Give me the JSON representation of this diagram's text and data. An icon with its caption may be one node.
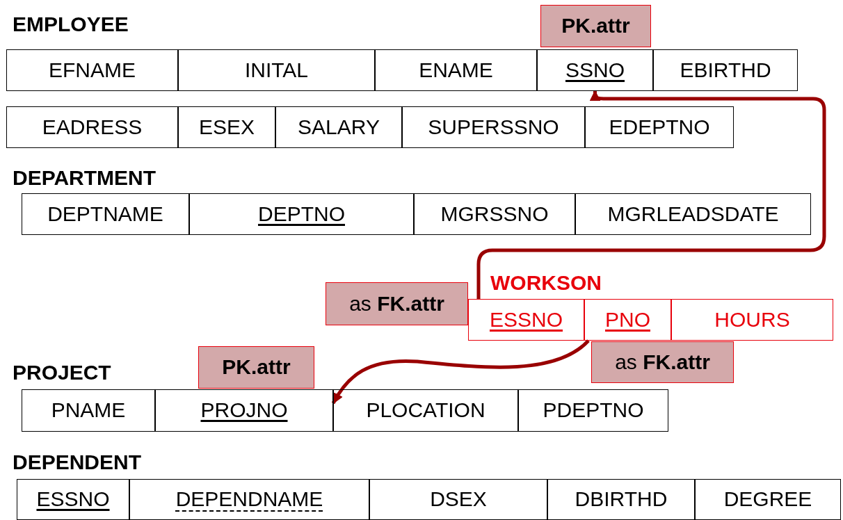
{
  "diagram": {
    "nodes": [
      {
        "text": [
          "PK.attr"
        ]
      },
      {
        "text": [
          "EFNAME"
        ]
      },
      {
        "text": [
          "INITAL"
        ]
      },
      {
        "text": [
          "ENAME"
        ]
      },
      {
        "text": [
          "SSNO"
        ]
      },
      {
        "text": [
          "EBIRTHD"
        ]
      },
      {
        "text": [
          "EADRESS"
        ]
      },
      {
        "text": [
          "ESEX"
        ]
      },
      {
        "text": [
          "SALARY"
        ]
      },
      {
        "text": [
          "SUPERSSNO"
        ]
      },
      {
        "text": [
          "EDEPTNO"
        ]
      },
      {
        "text": [
          "DEPTNAME"
        ]
      },
      {
        "text": [
          "DEPTNO"
        ]
      },
      {
        "text": [
          "MGRSSNO"
        ]
      },
      {
        "text": [
          "MGRLEADSDATE"
        ]
      },
      {
        "text": [
          "as **FK.attr**"
        ]
      },
      {
        "text": [
          "ESSNO"
        ]
      },
      {
        "text": [
          "PNO"
        ]
      },
      {
        "text": [
          "HOURS"
        ]
      },
      {
        "text": [
          "as **FK.attr**"
        ]
      },
      {
        "text": [
          "PK.attr"
        ]
      },
      {
        "text": [
          "PNAME"
        ]
      },
      {
        "text": [
          "PROJNO"
        ]
      },
      {
        "text": [
          "PLOCATION"
        ]
      },
      {
        "text": [
          "PDEPTNO"
        ]
      },
      {
        "text": [
          "ESSNO"
        ]
      },
      {
        "text": [
          "DEPENDNAME"
        ]
      },
      {
        "text": [
          "DSEX"
        ]
      },
      {
        "text": [
          "DBIRTHD"
        ]
      },
      {
        "text": [
          "DEGREE"
        ]
      }
    ],
    "edges": [
      {
        "from": 16,
        "to": 4,
        "arrow": "to"
      },
      {
        "from": 17,
        "to": 22,
        "arrow": "to"
      }
    ],
    "labels": [
      "EMPLOYEE",
      "DEPARTMENT",
      "WORKSON",
      "PROJECT",
      "DEPENDENT"
    ]
  }
}
